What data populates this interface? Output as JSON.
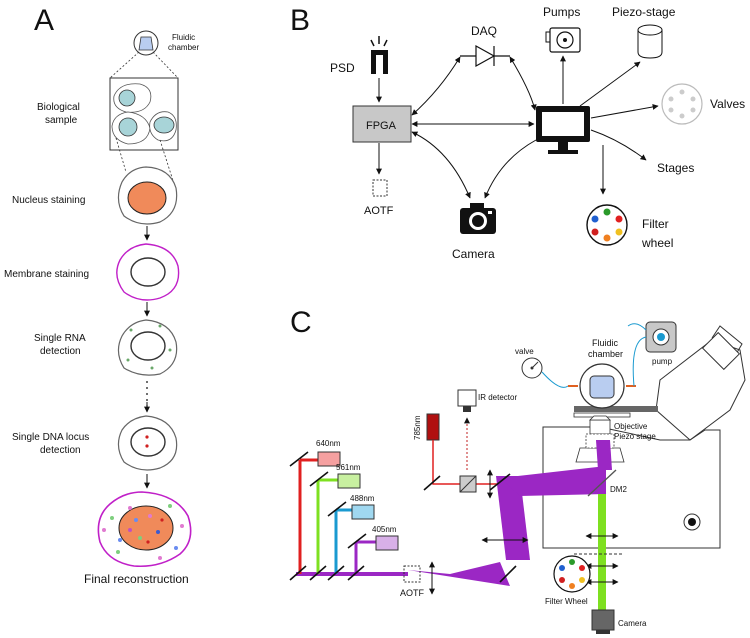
{
  "panels": {
    "a": "A",
    "b": "B",
    "c": "C"
  },
  "panel_a": {
    "fluidic_chamber": [
      "Fluidic",
      "chamber"
    ],
    "biological_sample": [
      "Biological",
      "sample"
    ],
    "nucleus_staining": "Nucleus staining",
    "membrane_staining": "Membrane staining",
    "single_rna": [
      "Single RNA",
      "detection"
    ],
    "single_dna": [
      "Single DNA locus",
      "detection"
    ],
    "final": "Final reconstruction"
  },
  "panel_b": {
    "psd": "PSD",
    "daq": "DAQ",
    "pumps": "Pumps",
    "piezo_stage": "Piezo-stage",
    "valves": "Valves",
    "fpga": "FPGA",
    "stages": "Stages",
    "aotf": "AOTF",
    "camera": "Camera",
    "filter_wheel": [
      "Filter",
      "wheel"
    ]
  },
  "panel_c": {
    "laser_640": "640nm",
    "laser_561": "561nm",
    "laser_488": "488nm",
    "laser_405": "405nm",
    "laser_785": "785nm",
    "ir_detector": "IR detector",
    "valve": "valve",
    "fluidic_chamber": [
      "Fluidic",
      "chamber"
    ],
    "pump": "pump",
    "objective": [
      "Objective",
      "Piezo stage"
    ],
    "dm2": "DM2",
    "aotf": "AOTF",
    "filter_wheel": "Filter Wheel",
    "camera": "Camera"
  },
  "colors": {
    "red": "#e02020",
    "green": "#7ee020",
    "cyan": "#1a9ad0",
    "violet": "#9b27c4",
    "nucleus": "#f08a5a",
    "membrane": "#c020c8",
    "cell_fill": "#a8d4d8",
    "fpga_fill": "#c8c8c8"
  }
}
